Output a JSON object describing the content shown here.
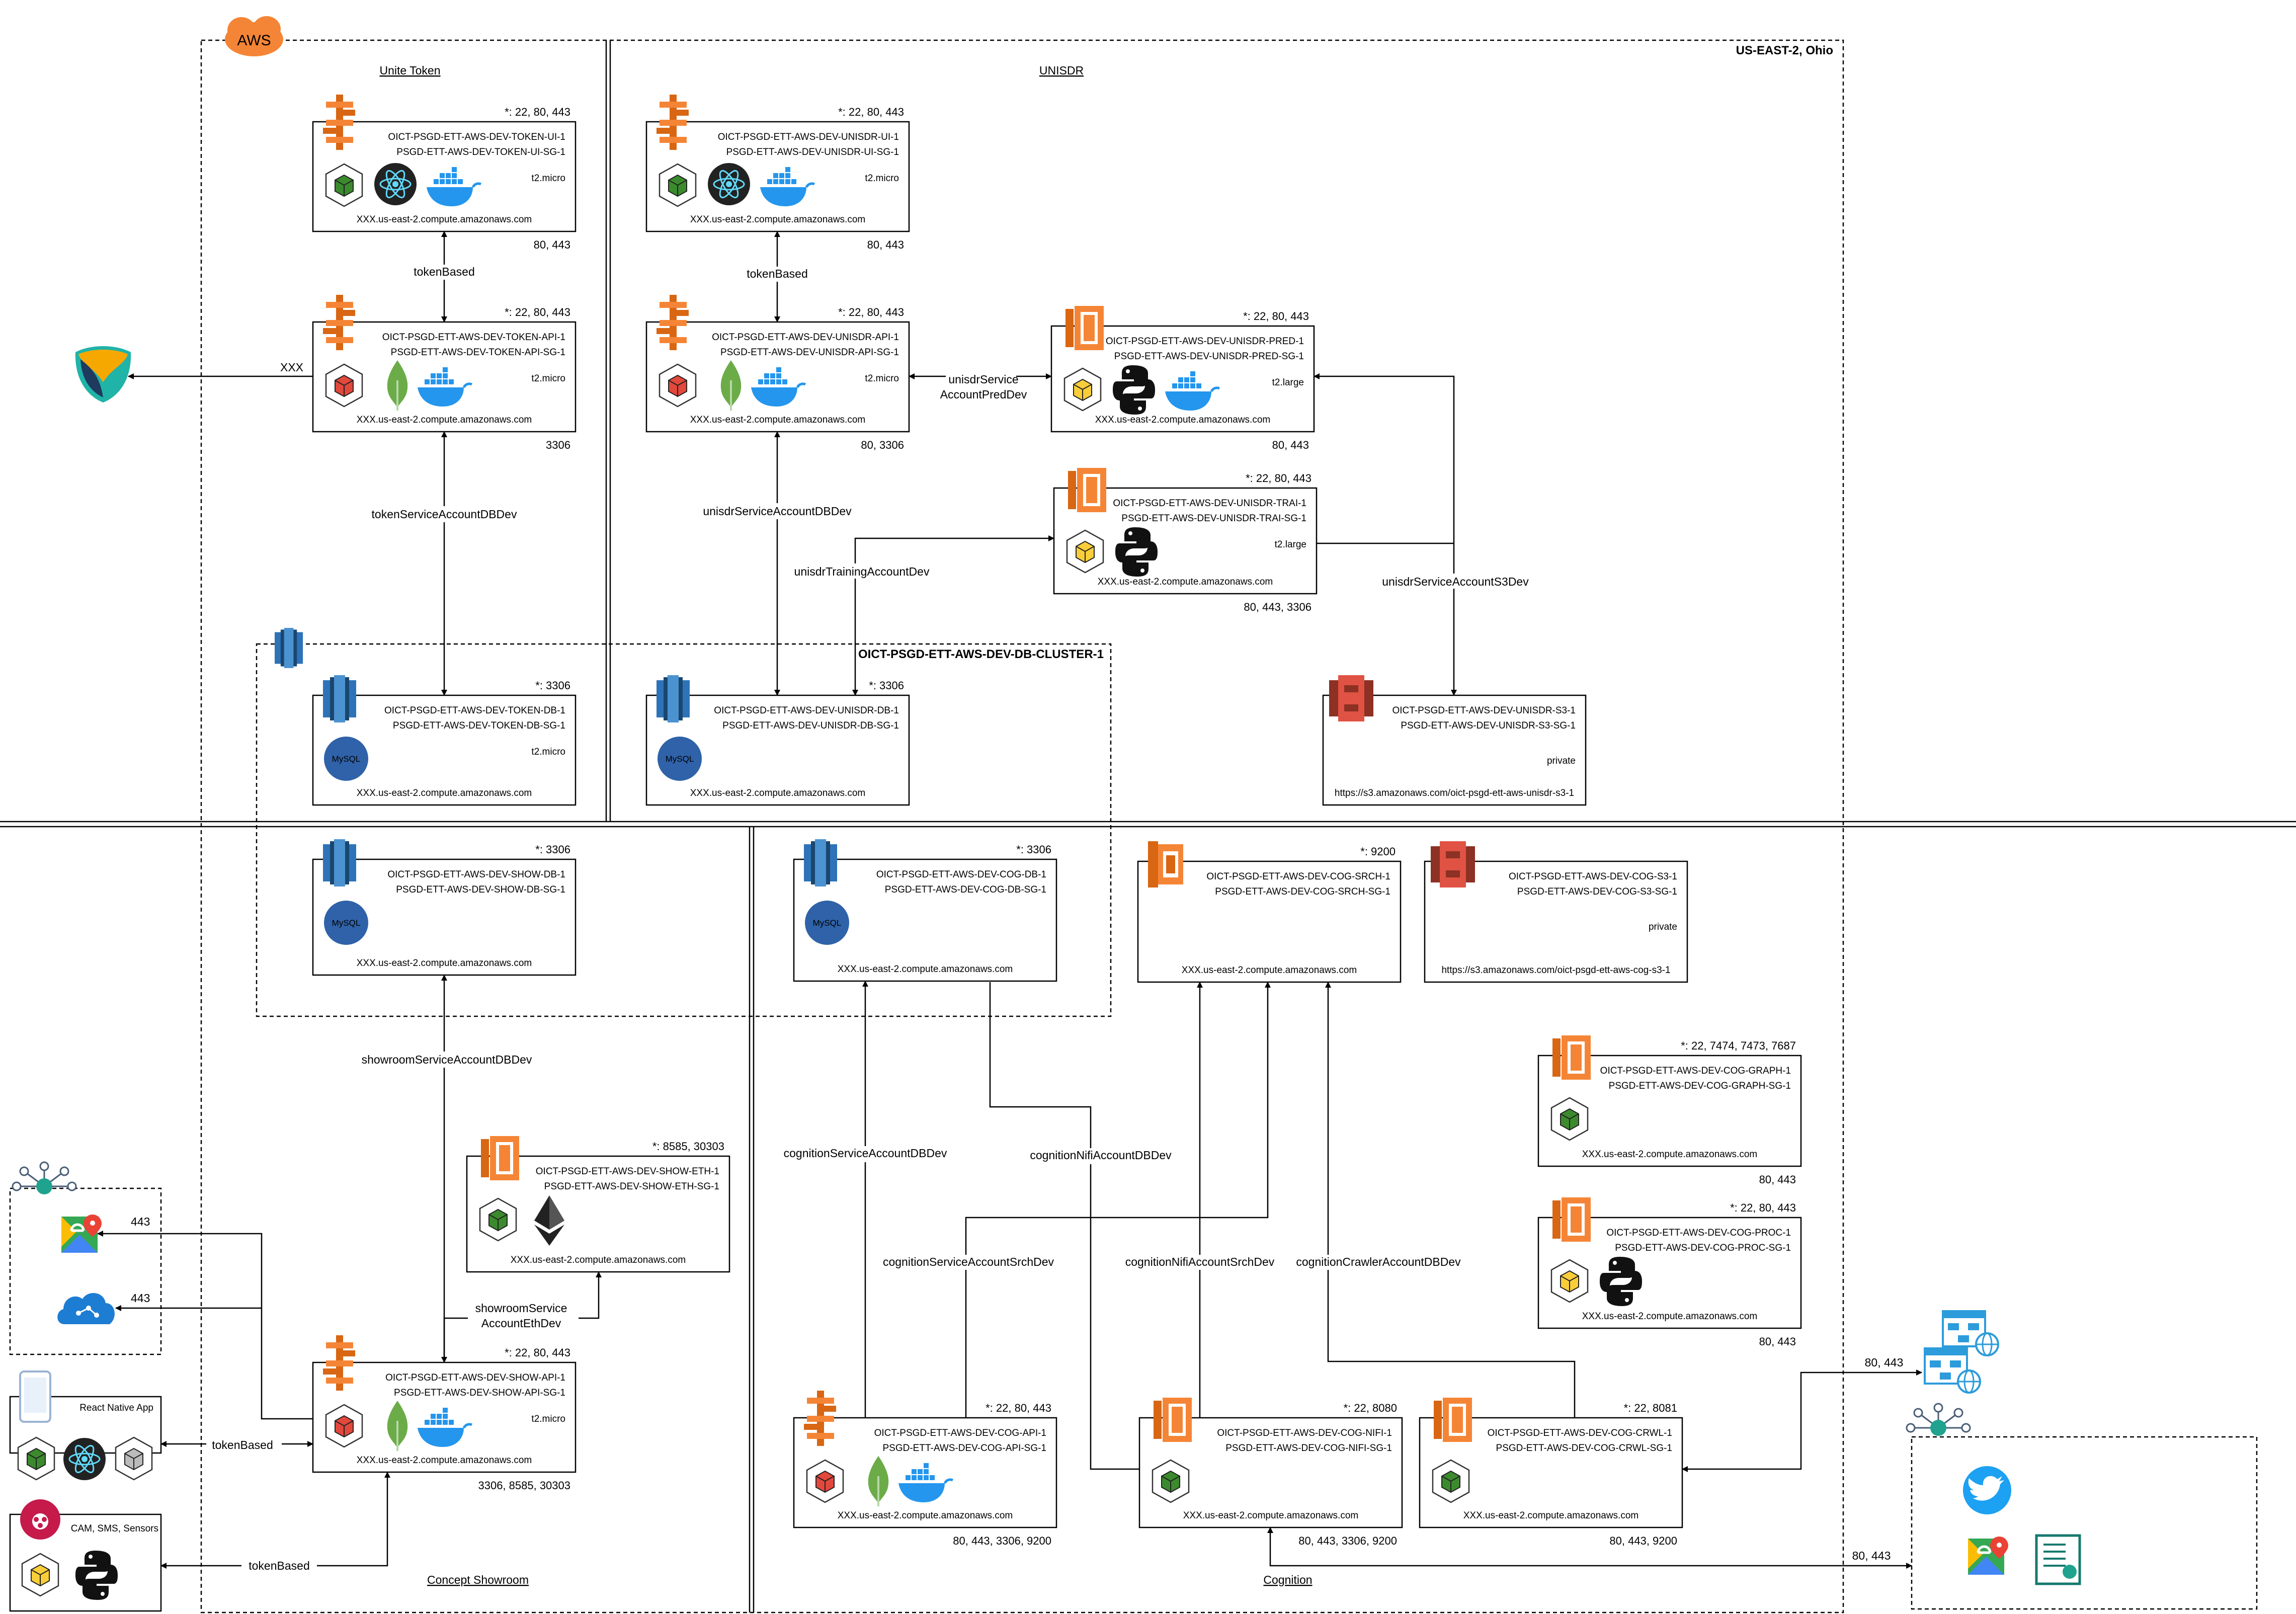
{
  "cloud": {
    "label": "AWS",
    "region": "US-EAST-2, Ohio"
  },
  "colors": {
    "ec2": "#F58536",
    "rds": "#2E73B8",
    "s3": "#E05243",
    "mongo": "#6CAC48",
    "docker": "#2496ED",
    "react": "#61DAFB"
  },
  "sections": [
    {
      "key": "token",
      "label": "Unite Token"
    },
    {
      "key": "unisdr",
      "label": "UNISDR"
    },
    {
      "key": "showroom",
      "label": "Concept Showroom"
    },
    {
      "key": "cognition",
      "label": "Cognition"
    }
  ],
  "cluster": {
    "label": "OICT-PSGD-ETT-AWS-DEV-DB-CLUSTER-1"
  },
  "nodes": [
    {
      "id": "token-ui",
      "icon": "ec2-icon",
      "top": "*: 22, 80, 443",
      "l1": "OICT-PSGD-ETT-AWS-DEV-TOKEN-UI-1",
      "l2": "PSGD-ETT-AWS-DEV-TOKEN-UI-SG-1",
      "tech": [
        "box-green",
        "react",
        "docker"
      ],
      "inst": "t2.micro",
      "host": "XXX.us-east-2.compute.amazonaws.com",
      "bottom": "80, 443"
    },
    {
      "id": "token-api",
      "icon": "ec2-icon",
      "top": "*: 22, 80, 443",
      "l1": "OICT-PSGD-ETT-AWS-DEV-TOKEN-API-1",
      "l2": "PSGD-ETT-AWS-DEV-TOKEN-API-SG-1",
      "tech": [
        "box-red",
        "mongo",
        "docker"
      ],
      "inst": "t2.micro",
      "host": "XXX.us-east-2.compute.amazonaws.com",
      "bottom": "3306"
    },
    {
      "id": "token-db",
      "icon": "rds-icon",
      "top": "*: 3306",
      "l1": "OICT-PSGD-ETT-AWS-DEV-TOKEN-DB-1",
      "l2": "PSGD-ETT-AWS-DEV-TOKEN-DB-SG-1",
      "tech": [
        "mysql"
      ],
      "inst": "t2.micro",
      "host": "XXX.us-east-2.compute.amazonaws.com",
      "bottom": ""
    },
    {
      "id": "unisdr-ui",
      "icon": "ec2-icon",
      "top": "*: 22, 80, 443",
      "l1": "OICT-PSGD-ETT-AWS-DEV-UNISDR-UI-1",
      "l2": "PSGD-ETT-AWS-DEV-UNISDR-UI-SG-1",
      "tech": [
        "box-green",
        "react",
        "docker"
      ],
      "inst": "t2.micro",
      "host": "XXX.us-east-2.compute.amazonaws.com",
      "bottom": "80, 443"
    },
    {
      "id": "unisdr-api",
      "icon": "ec2-icon",
      "top": "*: 22, 80, 443",
      "l1": "OICT-PSGD-ETT-AWS-DEV-UNISDR-API-1",
      "l2": "PSGD-ETT-AWS-DEV-UNISDR-API-SG-1",
      "tech": [
        "box-red",
        "mongo",
        "docker"
      ],
      "inst": "t2.micro",
      "host": "XXX.us-east-2.compute.amazonaws.com",
      "bottom": "80, 3306"
    },
    {
      "id": "unisdr-db",
      "icon": "rds-icon",
      "top": "*: 3306",
      "l1": "OICT-PSGD-ETT-AWS-DEV-UNISDR-DB-1",
      "l2": "PSGD-ETT-AWS-DEV-UNISDR-DB-SG-1",
      "tech": [
        "mysql"
      ],
      "inst": "",
      "host": "XXX.us-east-2.compute.amazonaws.com",
      "bottom": ""
    },
    {
      "id": "unisdr-pred",
      "icon": "ec2-stack-icon",
      "top": "*: 22, 80, 443",
      "l1": "OICT-PSGD-ETT-AWS-DEV-UNISDR-PRED-1",
      "l2": "PSGD-ETT-AWS-DEV-UNISDR-PRED-SG-1",
      "tech": [
        "box-yellow",
        "python",
        "docker"
      ],
      "inst": "t2.large",
      "host": "XXX.us-east-2.compute.amazonaws.com",
      "bottom": "80, 443"
    },
    {
      "id": "unisdr-trai",
      "icon": "ec2-stack-icon",
      "top": "*: 22, 80, 443",
      "l1": "OICT-PSGD-ETT-AWS-DEV-UNISDR-TRAI-1",
      "l2": "PSGD-ETT-AWS-DEV-UNISDR-TRAI-SG-1",
      "tech": [
        "box-yellow",
        "python"
      ],
      "inst": "t2.large",
      "host": "XXX.us-east-2.compute.amazonaws.com",
      "bottom": "80, 443, 3306"
    },
    {
      "id": "unisdr-s3",
      "icon": "s3-icon",
      "top": "",
      "l1": "OICT-PSGD-ETT-AWS-DEV-UNISDR-S3-1",
      "l2": "PSGD-ETT-AWS-DEV-UNISDR-S3-SG-1",
      "tech": [],
      "inst": "private",
      "host": "https://s3.amazonaws.com/oict-psgd-ett-aws-unisdr-s3-1",
      "bottom": ""
    },
    {
      "id": "show-db",
      "icon": "rds-icon",
      "top": "*: 3306",
      "l1": "OICT-PSGD-ETT-AWS-DEV-SHOW-DB-1",
      "l2": "PSGD-ETT-AWS-DEV-SHOW-DB-SG-1",
      "tech": [
        "mysql"
      ],
      "inst": "",
      "host": "XXX.us-east-2.compute.amazonaws.com",
      "bottom": ""
    },
    {
      "id": "show-eth",
      "icon": "ec2-stack-icon",
      "top": "*: 8585, 30303",
      "l1": "OICT-PSGD-ETT-AWS-DEV-SHOW-ETH-1",
      "l2": "PSGD-ETT-AWS-DEV-SHOW-ETH-SG-1",
      "tech": [
        "box-green",
        "ethereum"
      ],
      "inst": "",
      "host": "XXX.us-east-2.compute.amazonaws.com",
      "bottom": ""
    },
    {
      "id": "show-api",
      "icon": "ec2-icon",
      "top": "*: 22, 80, 443",
      "l1": "OICT-PSGD-ETT-AWS-DEV-SHOW-API-1",
      "l2": "PSGD-ETT-AWS-DEV-SHOW-API-SG-1",
      "tech": [
        "box-red",
        "mongo",
        "docker"
      ],
      "inst": "t2.micro",
      "host": "XXX.us-east-2.compute.amazonaws.com",
      "bottom": "3306, 8585, 30303"
    },
    {
      "id": "cog-db",
      "icon": "rds-icon",
      "top": "*: 3306",
      "l1": "OICT-PSGD-ETT-AWS-DEV-COG-DB-1",
      "l2": "PSGD-ETT-AWS-DEV-COG-DB-SG-1",
      "tech": [
        "mysql"
      ],
      "inst": "",
      "host": "XXX.us-east-2.compute.amazonaws.com",
      "bottom": ""
    },
    {
      "id": "cog-srch",
      "icon": "es-icon",
      "top": "*: 9200",
      "l1": "OICT-PSGD-ETT-AWS-DEV-COG-SRCH-1",
      "l2": "PSGD-ETT-AWS-DEV-COG-SRCH-SG-1",
      "tech": [],
      "inst": "",
      "host": "XXX.us-east-2.compute.amazonaws.com",
      "bottom": ""
    },
    {
      "id": "cog-s3",
      "icon": "s3-icon",
      "top": "",
      "l1": "OICT-PSGD-ETT-AWS-DEV-COG-S3-1",
      "l2": "PSGD-ETT-AWS-DEV-COG-S3-SG-1",
      "tech": [],
      "inst": "private",
      "host": "https://s3.amazonaws.com/oict-psgd-ett-aws-cog-s3-1",
      "bottom": ""
    },
    {
      "id": "cog-graph",
      "icon": "ec2-stack-icon",
      "top": "*: 22, 7474, 7473, 7687",
      "l1": "OICT-PSGD-ETT-AWS-DEV-COG-GRAPH-1",
      "l2": "PSGD-ETT-AWS-DEV-COG-GRAPH-SG-1",
      "tech": [
        "box-green"
      ],
      "inst": "",
      "host": "XXX.us-east-2.compute.amazonaws.com",
      "bottom": "80, 443"
    },
    {
      "id": "cog-proc",
      "icon": "ec2-stack-icon",
      "top": "*: 22, 80, 443",
      "l1": "OICT-PSGD-ETT-AWS-DEV-COG-PROC-1",
      "l2": "PSGD-ETT-AWS-DEV-COG-PROC-SG-1",
      "tech": [
        "box-yellow",
        "python"
      ],
      "inst": "",
      "host": "XXX.us-east-2.compute.amazonaws.com",
      "bottom": "80, 443"
    },
    {
      "id": "cog-api",
      "icon": "ec2-icon",
      "top": "*: 22, 80, 443",
      "l1": "OICT-PSGD-ETT-AWS-DEV-COG-API-1",
      "l2": "PSGD-ETT-AWS-DEV-COG-API-SG-1",
      "tech": [
        "box-red",
        "mongo",
        "docker"
      ],
      "inst": "",
      "host": "XXX.us-east-2.compute.amazonaws.com",
      "bottom": "80, 443, 3306, 9200"
    },
    {
      "id": "cog-nifi",
      "icon": "ec2-stack-icon",
      "top": "*: 22, 8080",
      "l1": "OICT-PSGD-ETT-AWS-DEV-COG-NIFI-1",
      "l2": "PSGD-ETT-AWS-DEV-COG-NIFI-SG-1",
      "tech": [
        "box-green"
      ],
      "inst": "",
      "host": "XXX.us-east-2.compute.amazonaws.com",
      "bottom": "80, 443, 3306, 9200"
    },
    {
      "id": "cog-crwl",
      "icon": "ec2-stack-icon",
      "top": "*: 22, 8081",
      "l1": "OICT-PSGD-ETT-AWS-DEV-COG-CRWL-1",
      "l2": "PSGD-ETT-AWS-DEV-COG-CRWL-SG-1",
      "tech": [
        "box-green"
      ],
      "inst": "",
      "host": "XXX.us-east-2.compute.amazonaws.com",
      "bottom": "80, 443, 9200"
    }
  ],
  "edges": [
    {
      "id": "e-token-ui-api",
      "label": "tokenBased"
    },
    {
      "id": "e-token-ext",
      "label": "XXX"
    },
    {
      "id": "e-token-db",
      "label": "tokenServiceAccountDBDev"
    },
    {
      "id": "e-unisdr-ui-api",
      "label": "tokenBased"
    },
    {
      "id": "e-unisdr-pred",
      "label": "unisdrService AccountPredDev"
    },
    {
      "id": "e-unisdr-db",
      "label": "unisdrServiceAccountDBDev"
    },
    {
      "id": "e-unisdr-trai",
      "label": "unisdrTrainingAccountDev"
    },
    {
      "id": "e-unisdr-s3",
      "label": "unisdrServiceAccountS3Dev"
    },
    {
      "id": "e-show-db",
      "label": "showroomServiceAccountDBDev"
    },
    {
      "id": "e-show-eth",
      "label": "showroomService AccountEthDev"
    },
    {
      "id": "e-show-maps",
      "label": "443"
    },
    {
      "id": "e-show-ml",
      "label": "443"
    },
    {
      "id": "e-show-mobile",
      "label": "tokenBased"
    },
    {
      "id": "e-show-pi",
      "label": "tokenBased"
    },
    {
      "id": "e-cog-db",
      "label": "cognitionServiceAccountDBDev"
    },
    {
      "id": "e-cog-srch",
      "label": "cognitionServiceAccountSrchDev"
    },
    {
      "id": "e-nifi-db",
      "label": "cognitionNifiAccountDBDev"
    },
    {
      "id": "e-nifi-srch",
      "label": "cognitionNifiAccountSrchDev"
    },
    {
      "id": "e-crwl-db",
      "label": "cognitionCrawlerAccountDBDev"
    },
    {
      "id": "e-crwl-web",
      "label": "80, 443"
    },
    {
      "id": "e-nifi-ext",
      "label": "80, 443"
    }
  ],
  "clients": {
    "mobile": {
      "label": "React Native App"
    },
    "pi": {
      "label": "CAM, SMS, Sensors"
    }
  }
}
